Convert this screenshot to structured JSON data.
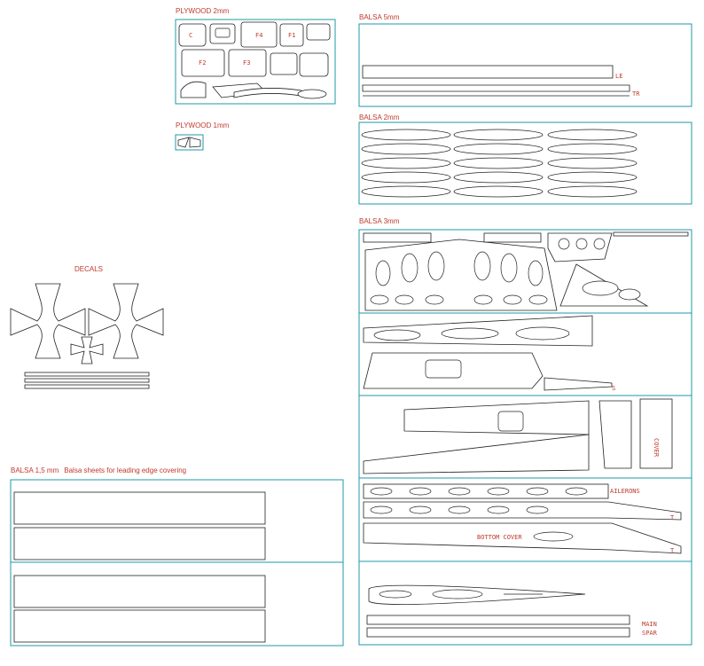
{
  "sections": {
    "plywood_2mm": "PLYWOOD 2mm",
    "plywood_1mm": "PLYWOOD 1mm",
    "balsa_5mm": "BALSA 5mm",
    "balsa_2mm": "BALSA 2mm",
    "balsa_3mm": "BALSA 3mm",
    "decals": "DECALS",
    "balsa_1_5mm": "BALSA 1,5 mm",
    "balsa_1_5mm_note": "Balsa sheets for leading edge covering"
  },
  "part_labels": {
    "le": "LE",
    "tr": "TR",
    "s": "S",
    "cover": "COVER",
    "ailerons": "AILERONS",
    "bottom_cover": "BOTTOM COVER",
    "main": "MAIN",
    "spar": "SPAR",
    "f_c": "C",
    "f_f4": "F4",
    "f_f1": "F1",
    "f_f2": "F2",
    "f_f3": "F3",
    "t1": "T",
    "t2": "T"
  },
  "colors": {
    "frame": "#1d9aa8",
    "label": "#c0392b",
    "outline": "#222222"
  }
}
